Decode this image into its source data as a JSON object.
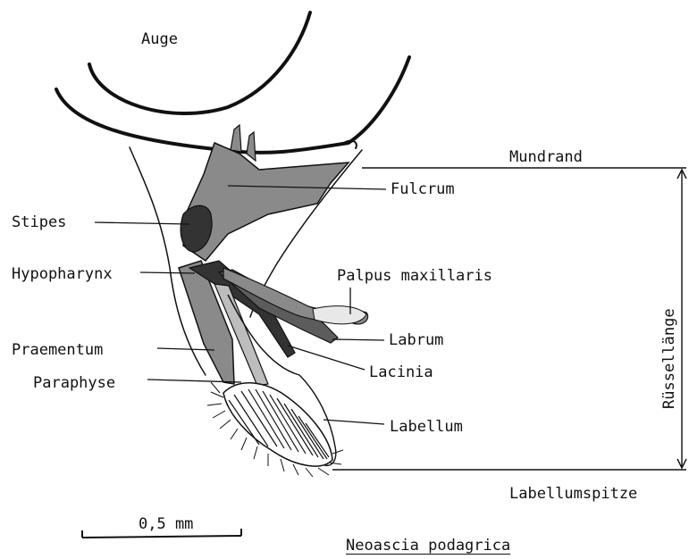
{
  "labels": {
    "auge": "Auge",
    "mundrand": "Mundrand",
    "fulcrum": "Fulcrum",
    "stipes": "Stipes",
    "hypopharynx": "Hypopharynx",
    "palpus": "Palpus maxillaris",
    "labrum": "Labrum",
    "praementum": "Praementum",
    "lacinia": "Lacinia",
    "paraphyse": "Paraphyse",
    "labellum": "Labellum",
    "ruessellaenge": "Rüssellänge",
    "labellumspitze": "Labellumspitze"
  },
  "scale_bar": {
    "label": "0,5 mm"
  },
  "species": "Neoascia podagrica",
  "colors": {
    "ink": "#111111",
    "shade": "#8a8a8a",
    "dark": "#333333",
    "light": "#bdbdbd"
  }
}
